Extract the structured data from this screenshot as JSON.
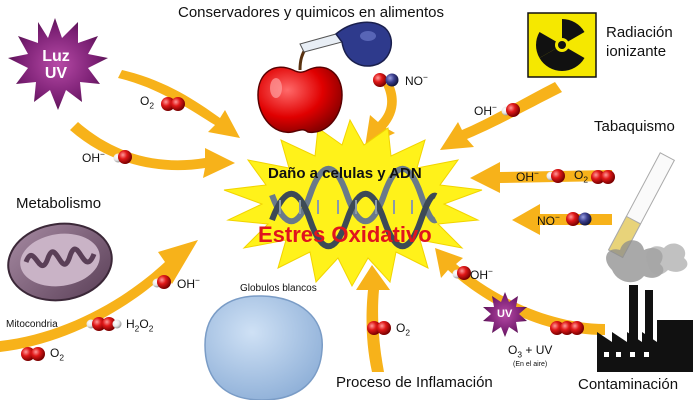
{
  "center": {
    "title": "Daño a celulas y ADN",
    "main": "Estres Oxidativo"
  },
  "sources": {
    "uv": {
      "line1": "Luz",
      "line2": "UV"
    },
    "preservatives": "Conservadores y quimicos en alimentos",
    "radiation": {
      "line1": "Radiación",
      "line2": "ionizante"
    },
    "smoking": "Tabaquismo",
    "metabolism": "Metabolismo",
    "mitochondria": "Mitocondria",
    "white_cells": "Globulos blancos",
    "inflammation": "Proceso de Inflamación",
    "pollution": "Contaminación"
  },
  "molecules": {
    "uv_o2": {
      "base": "O",
      "sub": "2"
    },
    "uv_oh": {
      "base": "OH",
      "sup": "−"
    },
    "preserv_no": {
      "base": "NO",
      "sup": "−"
    },
    "rad_oh": {
      "base": "OH",
      "sup": "−"
    },
    "tab_oh": {
      "base": "OH",
      "sup": "−"
    },
    "tab_o2": {
      "base": "O",
      "sub": "2"
    },
    "tab_no": {
      "base": "NO",
      "sup": "−"
    },
    "met_oh": {
      "base": "OH",
      "sup": "−"
    },
    "met_h2o2": {
      "a": "H",
      "sub1": "2",
      "b": "O",
      "sub2": "2"
    },
    "met_o2": {
      "base": "O",
      "sub": "2"
    },
    "infl_o2": {
      "base": "O",
      "sub": "2"
    },
    "cont_oh": {
      "base": "OH",
      "sup": "−"
    },
    "cont_uv": "UV",
    "cont_o3": {
      "a": "O",
      "sub": "3",
      "b": " + UV"
    },
    "cont_air": "(En el aire)"
  },
  "colors": {
    "arrow": "#f7b21a",
    "burst": "#fff21a",
    "uv_burst": "#7a1f73",
    "red_text": "#e0141e",
    "atom_red": "#d01515",
    "atom_blue": "#3b3f8f"
  }
}
